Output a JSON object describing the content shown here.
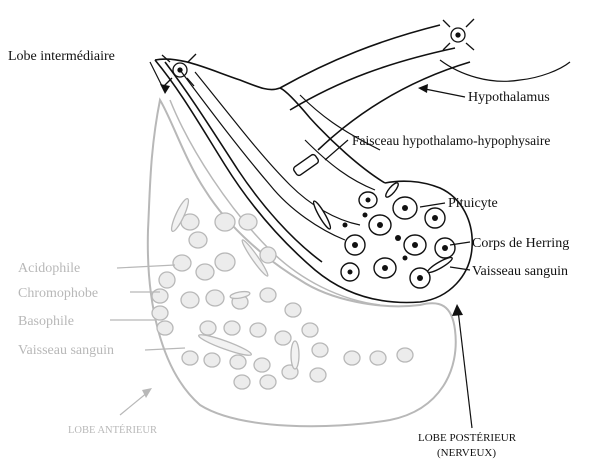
{
  "labels": {
    "lobe_intermediaire": "Lobe intermédiaire",
    "hypothalamus": "Hypothalamus",
    "faisceau": "Faisceau hypothalamo-hypophysaire",
    "pituicyte": "Pituicyte",
    "corps_herring": "Corps de Herring",
    "vaisseau_posterior": "Vaisseau sanguin",
    "acidophile": "Acidophile",
    "chromophobe": "Chromophobe",
    "basophile": "Basophile",
    "vaisseau_anterior": "Vaisseau sanguin",
    "lobe_anterieur": "LOBE ANTÉRIEUR",
    "lobe_posterieur_1": "LOBE POSTÉRIEUR",
    "lobe_posterieur_2": "(NERVEUX)"
  },
  "colors": {
    "ink": "#111111",
    "faded_ink": "#b8b8b8",
    "cell_fill": "#e6e6e6"
  }
}
